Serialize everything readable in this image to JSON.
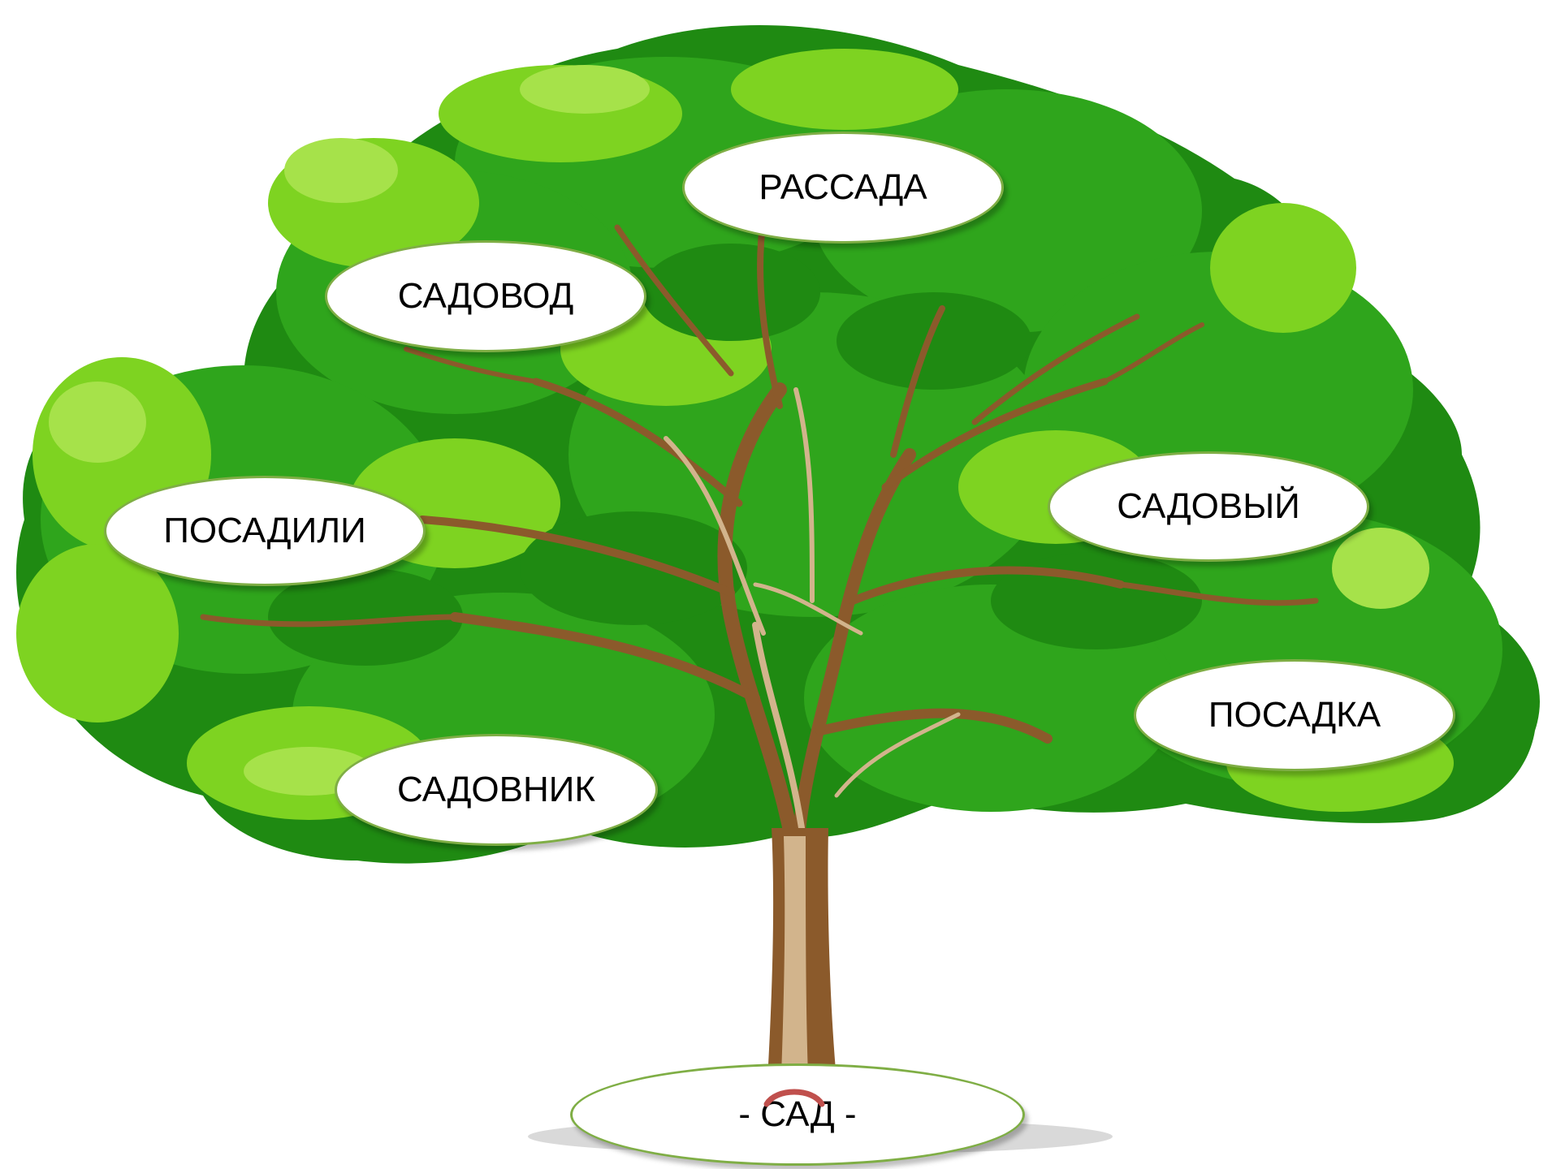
{
  "colors": {
    "leaf_dark": "#1f8a12",
    "leaf_mid": "#2fa51c",
    "leaf_light": "#7ed321",
    "leaf_pale": "#a6e24a",
    "trunk": "#8b5a2b",
    "trunk_light": "#d2b48c",
    "oval_border": "#7fae45",
    "root_arc": "#c0504d"
  },
  "root": {
    "label": "- САД -"
  },
  "words": [
    {
      "id": "rassada",
      "label": "РАССАДА"
    },
    {
      "id": "sadovod",
      "label": "САДОВОД"
    },
    {
      "id": "posadili",
      "label": "ПОСАДИЛИ"
    },
    {
      "id": "sadovy",
      "label": "САДОВЫЙ"
    },
    {
      "id": "posadka",
      "label": "ПОСАДКА"
    },
    {
      "id": "sadovnik",
      "label": "САДОВНИК"
    }
  ]
}
